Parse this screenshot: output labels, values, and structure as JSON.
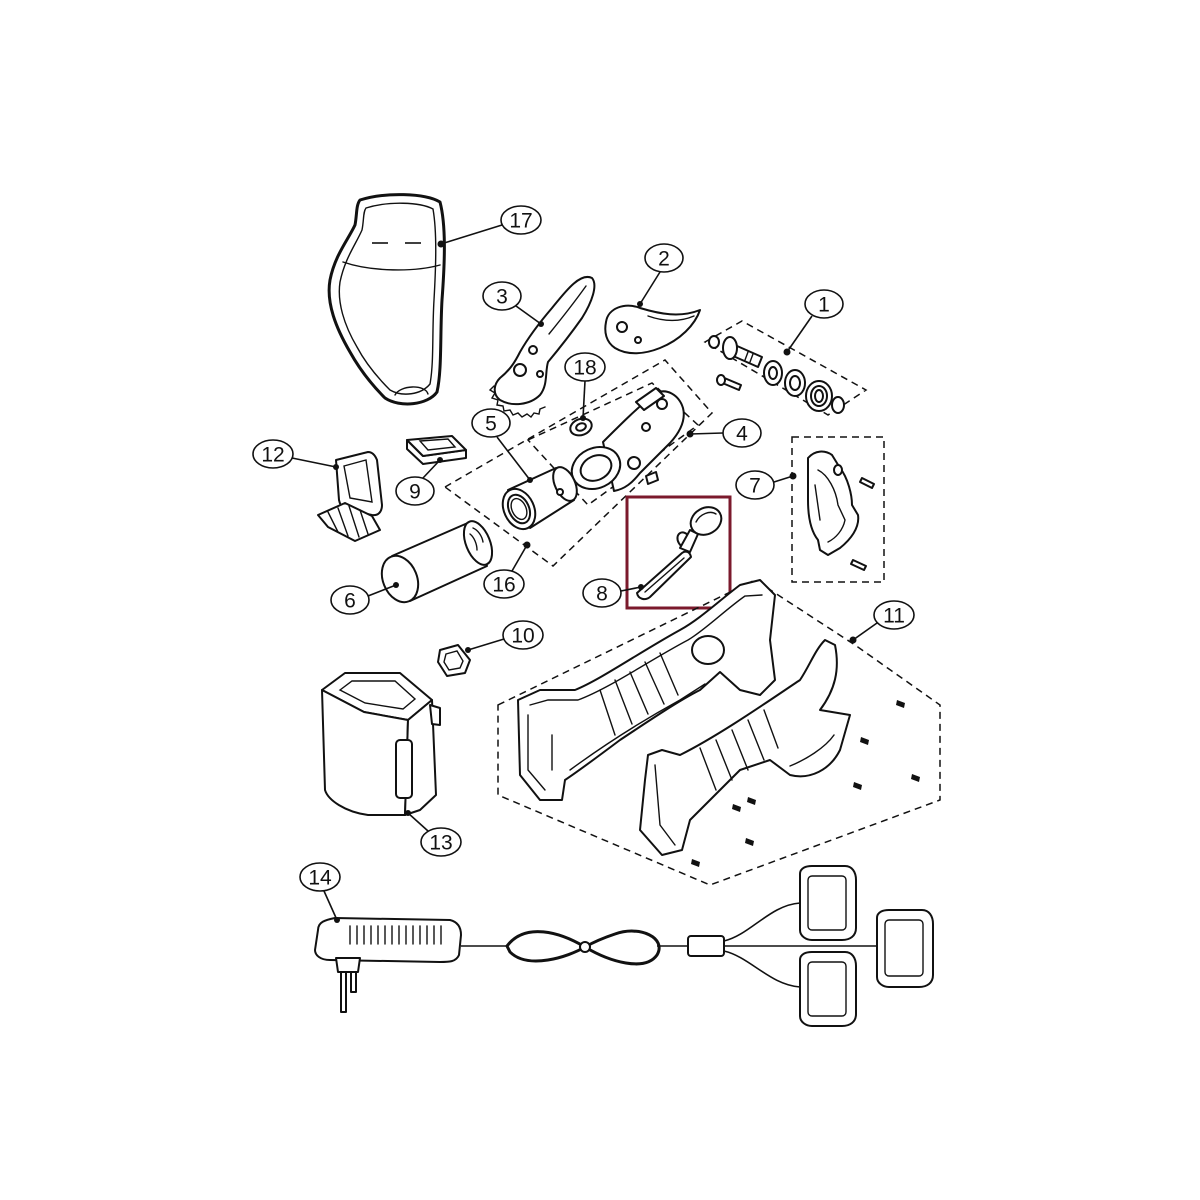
{
  "part_numbers": [
    "1",
    "2",
    "3",
    "4",
    "5",
    "6",
    "7",
    "8",
    "9",
    "10",
    "11",
    "12",
    "13",
    "14",
    "16",
    "17",
    "18"
  ],
  "highlight_color": "#7b1a2c"
}
